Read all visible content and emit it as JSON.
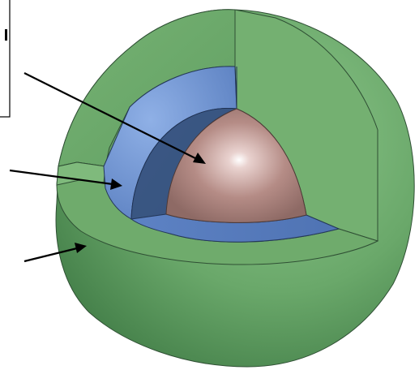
{
  "diagram": {
    "layers": [
      {
        "id": "outer-shell",
        "color": "#6aa86a"
      },
      {
        "id": "middle-layer",
        "color": "#6e90cc"
      },
      {
        "id": "inner-core",
        "color": "#b58c86"
      }
    ],
    "arrows": [
      {
        "id": "arrow-core",
        "color": "#000000"
      },
      {
        "id": "arrow-middle-layer",
        "color": "#000000"
      },
      {
        "id": "arrow-outer-shell",
        "color": "#000000"
      }
    ],
    "label_box_border": "#000000"
  }
}
